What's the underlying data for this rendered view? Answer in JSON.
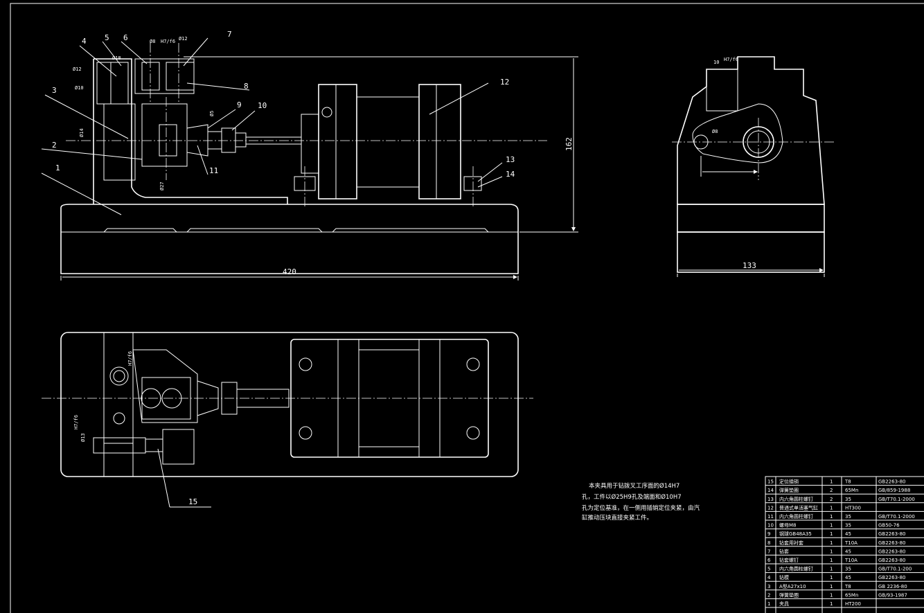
{
  "front_view": {
    "balloons": [
      "1",
      "2",
      "3",
      "4",
      "5",
      "6",
      "7",
      "8",
      "9",
      "10",
      "11",
      "12",
      "13",
      "14"
    ],
    "dims": {
      "d18": "Ø18",
      "d8fit": "Ø8",
      "fit_h7f6": "H7/f6",
      "d12": "Ø12",
      "d12fit": "Ø12",
      "d10fit": "Ø10",
      "d14": "Ø14",
      "d5fit": "Ø5",
      "d27fit": "Ø27",
      "width": "420",
      "height": "162"
    }
  },
  "side_view": {
    "dims": {
      "fit10": "10",
      "fit_h7f6": "H7/f6",
      "d8": "Ø8",
      "width": "133"
    }
  },
  "top_view": {
    "balloons": [
      "15"
    ],
    "dims": {
      "d13fit": "Ø13",
      "fit_h7f6": "H7/f6",
      "fit_small": "H7/f6"
    }
  },
  "note": {
    "line1": "本夹具用于钻拨叉工序面的Ø14H7",
    "line2": "孔，工件以Ø25H9孔及端面和Ø10H7",
    "line3": "孔为定位基准，在一侧用插销定位夹紧，由汽",
    "line4": "缸推动压块直接夹紧工件。"
  },
  "bom": {
    "rows": [
      {
        "no": "15",
        "name": "定位插销",
        "qty": "1",
        "mat": "T8",
        "std": "GB2263-80"
      },
      {
        "no": "14",
        "name": "弹簧垫圈",
        "qty": "2",
        "mat": "65Mn",
        "std": "GB/859-1988"
      },
      {
        "no": "13",
        "name": "内六角圆柱螺钉",
        "qty": "2",
        "mat": "35",
        "std": "GB/T70.1-2000"
      },
      {
        "no": "12",
        "name": "普通式单活塞气缸",
        "qty": "1",
        "mat": "HT300",
        "std": ""
      },
      {
        "no": "11",
        "name": "内六角圆柱螺钉",
        "qty": "1",
        "mat": "35",
        "std": "GB/T70.1-2000"
      },
      {
        "no": "10",
        "name": "螺母M8",
        "qty": "1",
        "mat": "35",
        "std": "GB50-76"
      },
      {
        "no": "9",
        "name": "钢球GB48A35",
        "qty": "1",
        "mat": "45",
        "std": "GB2263-80"
      },
      {
        "no": "8",
        "name": "钻套用衬套",
        "qty": "1",
        "mat": "T10A",
        "std": "GB2263-80"
      },
      {
        "no": "7",
        "name": "钻套",
        "qty": "1",
        "mat": "45",
        "std": "GB2263-80"
      },
      {
        "no": "6",
        "name": "钻套螺钉",
        "qty": "1",
        "mat": "T10A",
        "std": "GB2263-80"
      },
      {
        "no": "5",
        "name": "内六角圆柱螺钉",
        "qty": "1",
        "mat": "35",
        "std": "GB/T70.1-200"
      },
      {
        "no": "4",
        "name": "钻模",
        "qty": "1",
        "mat": "45",
        "std": "GB2263-80"
      },
      {
        "no": "3",
        "name": "A型A27x10",
        "qty": "1",
        "mat": "T8",
        "std": "GB 2236-80"
      },
      {
        "no": "2",
        "name": "弹簧垫圈",
        "qty": "1",
        "mat": "65Mn",
        "std": "GB/93-1987"
      },
      {
        "no": "1",
        "name": "夹具",
        "qty": "1",
        "mat": "HT200",
        "std": ""
      }
    ]
  }
}
